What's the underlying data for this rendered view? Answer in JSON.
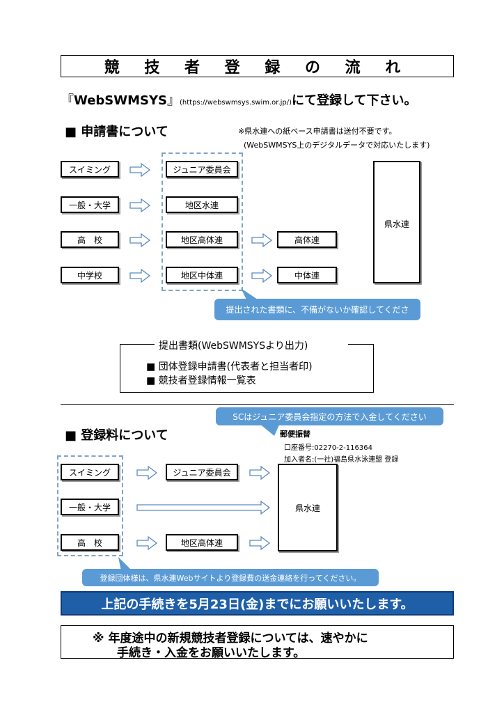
{
  "title": "競 技 者 登 録 の 流 れ",
  "intro": {
    "open_bracket": "『",
    "system": "WebSWMSYS",
    "close_bracket": "』",
    "url": "(https://webswmsys.swim.or.jp/)",
    "tail": "にて登録して下さい。"
  },
  "section1": {
    "heading": "■ 申請書について",
    "note_line1": "※県水連への紙ベース申請書は送付不要です。",
    "note_line2": "(WebSWMSYS上のデジタルデータで対応いたします)",
    "sources": [
      "スイミング",
      "一般・大学",
      "高　校",
      "中学校"
    ],
    "committees": [
      "ジュニア委員会",
      "地区水連",
      "地区高体連",
      "地区中体連"
    ],
    "second": [
      "高体連",
      "中体連"
    ],
    "destination": "県水連",
    "callout": "提出された書類に、不備がないか確認してくださ"
  },
  "documents": {
    "label": "提出書類(WebSWMSYSより出力)",
    "items": [
      "■ 団体登録申請書(代表者と担当者印)",
      "■ 競技者登録情報一覧表"
    ]
  },
  "section2": {
    "heading": "■ 登録料について",
    "callout_top": "SCはジュニア委員会指定の方法で入金してください",
    "postal_label": "郵便振替",
    "account_line": "口座番号:02270-2-116364",
    "holder_line": "加入者名:(一社)福島県水泳連盟 登録",
    "sources": [
      "スイミング",
      "一般・大学",
      "高　校"
    ],
    "committees": [
      "ジュニア委員会",
      "地区高体連"
    ],
    "destination": "県水連",
    "callout_bottom": "登録団体様は、県水連Webサイトより登録費の送金連絡を行ってください。"
  },
  "deadline": "上記の手続きを5月23日(金)までにお願いいたします。",
  "notice_line1": "※ 年度途中の新規競技者登録については、速やかに",
  "notice_line2": "手続き・入金をお願いいたします。",
  "colors": {
    "accent": "#5b9bd5",
    "deadline_bg": "#1f5fa8",
    "arrow_stroke": "#5b8ac0"
  }
}
